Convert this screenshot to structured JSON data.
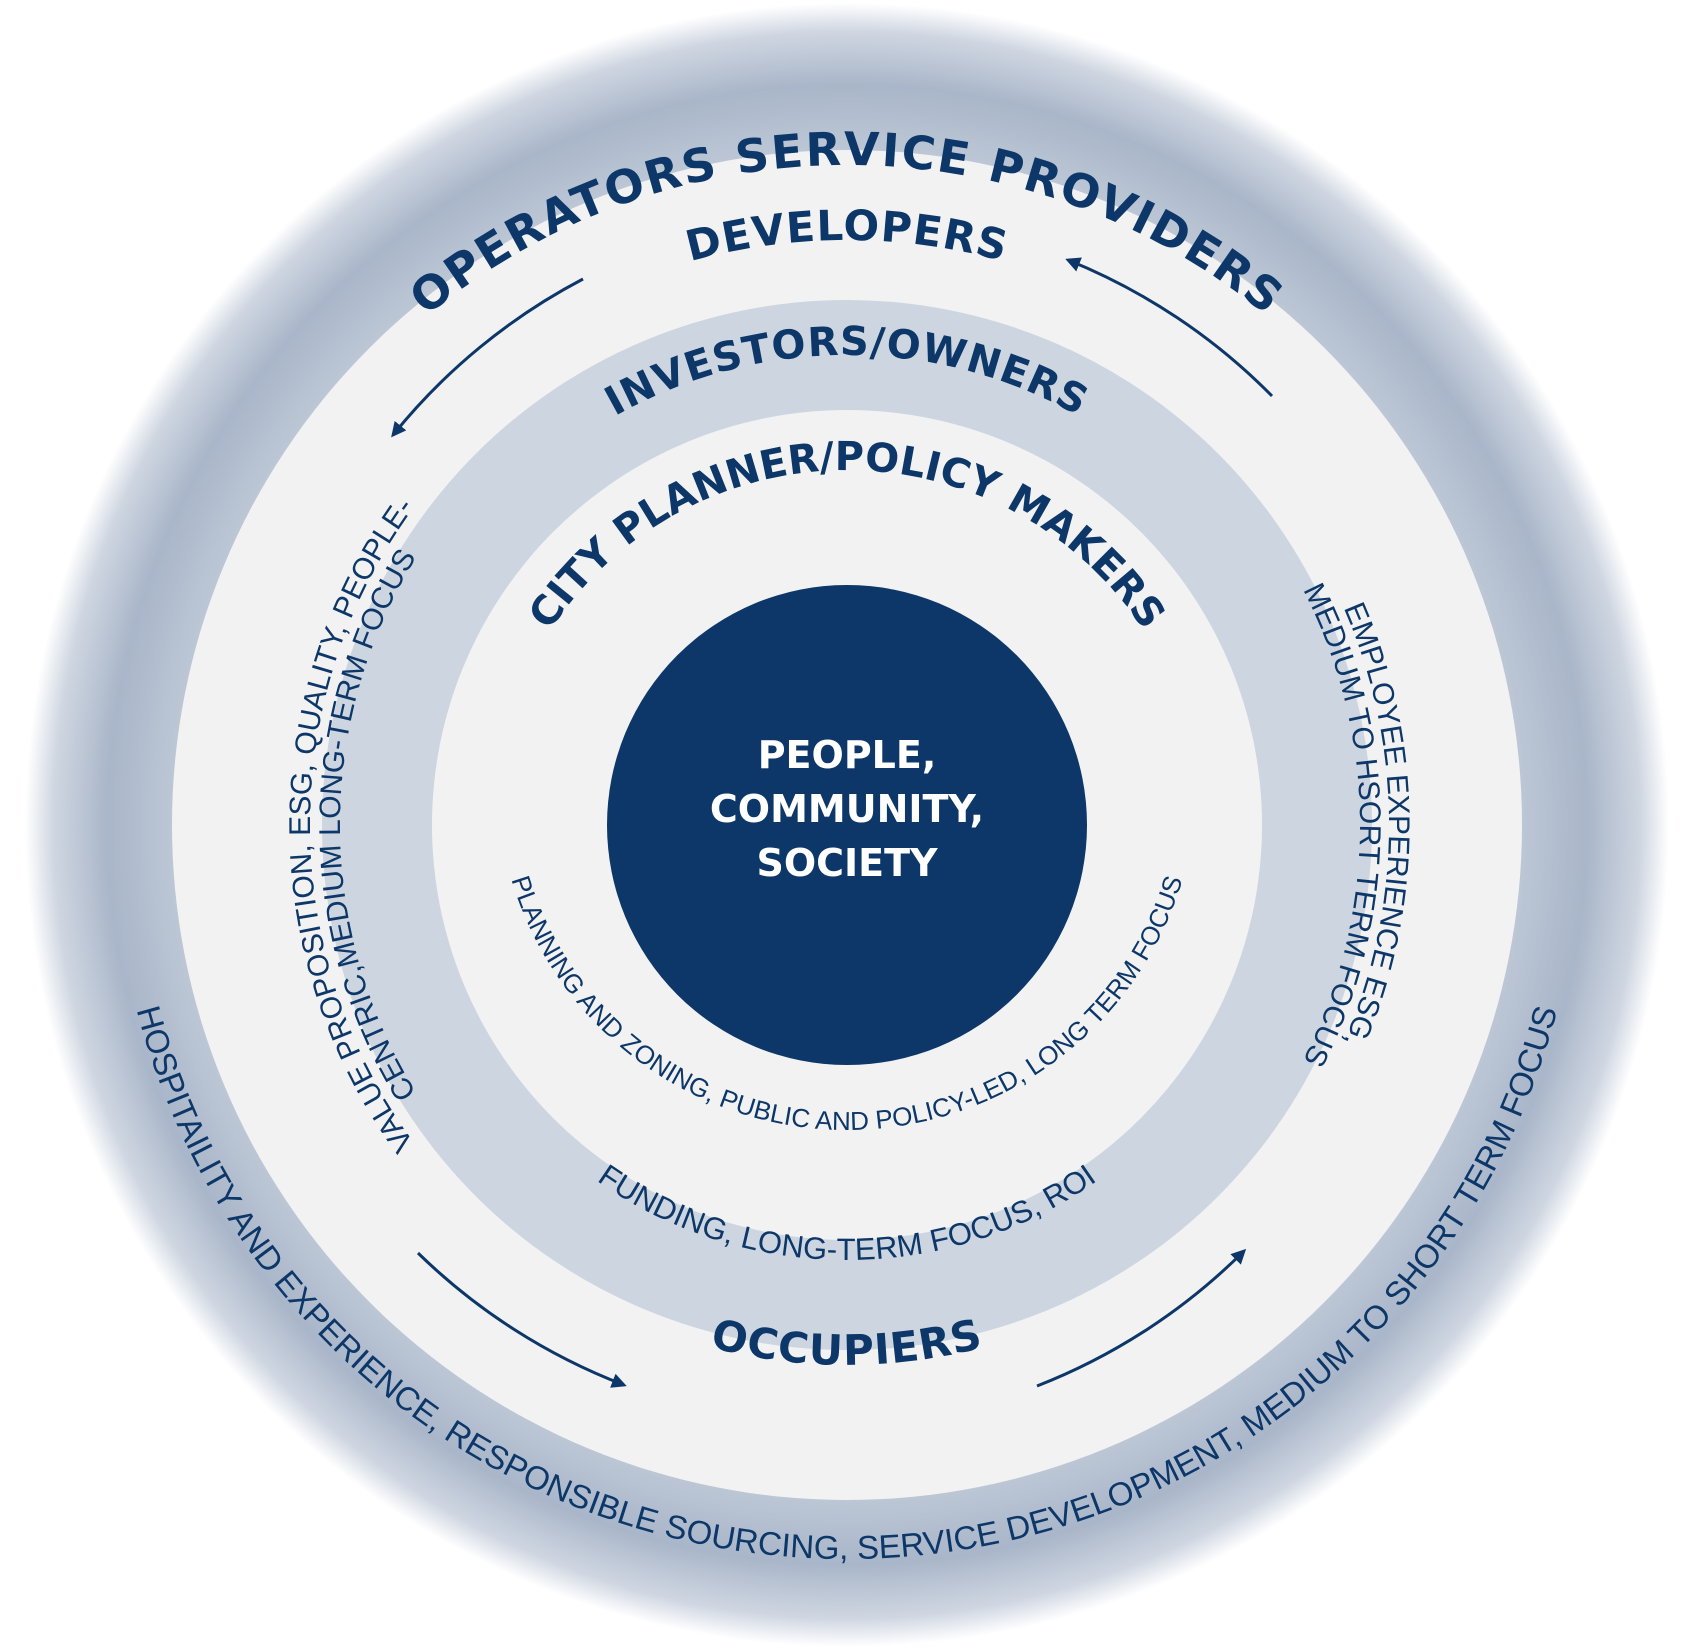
{
  "colors": {
    "navy": "#0c3768",
    "ring_light": "#f2f2f3",
    "ring_blue": "#cdd6e0",
    "halo_outer": "#8e9db5",
    "white": "#ffffff"
  },
  "center": {
    "line1": "PEOPLE,",
    "line2": "COMMUNITY,",
    "line3": "SOCIETY"
  },
  "rings": {
    "operators": {
      "title": "OPERATORS SERVICE PROVIDERS",
      "desc": "HOSPITAILITY AND EXPERIENCE, RESPONSIBLE SOURCING, SERVICE DEVELOPMENT, MEDIUM TO SHORT TERM FOCUS"
    },
    "developers": {
      "title": "DEVELOPERS",
      "desc_left_1": "VALUE PROPOSITION, ESG, QUALITY, PEOPLE-",
      "desc_left_2": "CENTRIC,MEDIUM LONG-TERM FOCUS"
    },
    "occupiers": {
      "title": "OCCUPIERS",
      "desc_right_1": "EMPLOYEE EXPERIENCE ESG,",
      "desc_right_2": "MEDIUM TO HSORT TERM FOCUS"
    },
    "investors": {
      "title": "INVESTORS/OWNERS",
      "desc": "FUNDING, LONG-TERM FOCUS, ROI"
    },
    "city_planner": {
      "title": "CITY PLANNER/POLICY MAKERS",
      "desc": "PLANNING AND ZONING, PUBLIC AND POLICY-LED, LONG TERM FOCUS"
    }
  },
  "arrows": [
    "arrow-top-left",
    "arrow-top-right",
    "arrow-bottom-left",
    "arrow-bottom-right"
  ]
}
